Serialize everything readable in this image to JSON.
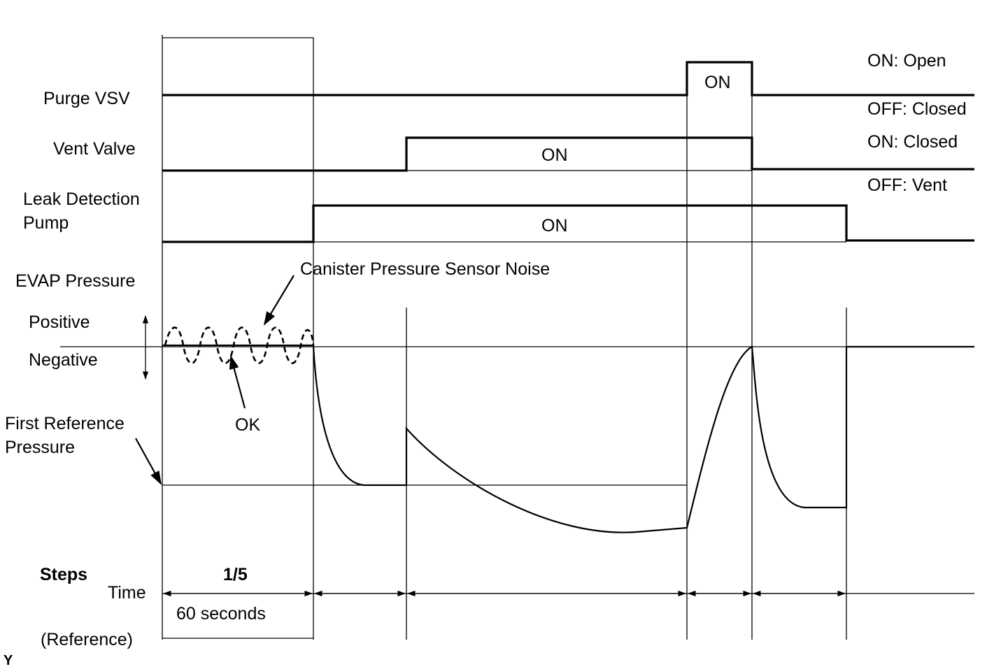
{
  "signals": {
    "purge_vsv": "Purge VSV",
    "vent_valve": "Vent Valve",
    "leak_pump_line1": "Leak Detection",
    "leak_pump_line2": "Pump",
    "evap_pressure": "EVAP Pressure",
    "positive": "Positive",
    "negative": "Negative",
    "first_ref_line1": "First Reference",
    "first_ref_line2": "Pressure"
  },
  "states": {
    "on_open": "ON: Open",
    "off_closed": "OFF: Closed",
    "on_closed": "ON: Closed",
    "off_vent": "OFF: Vent",
    "purge_on": "ON",
    "vent_on": "ON",
    "pump_on": "ON"
  },
  "annotations": {
    "noise": "Canister Pressure Sensor Noise",
    "ok": "OK"
  },
  "footer": {
    "steps": "Steps",
    "time": "Time",
    "step_value": "1/5",
    "duration": "60 seconds",
    "reference": "(Reference)",
    "corner_mark": "Y"
  }
}
